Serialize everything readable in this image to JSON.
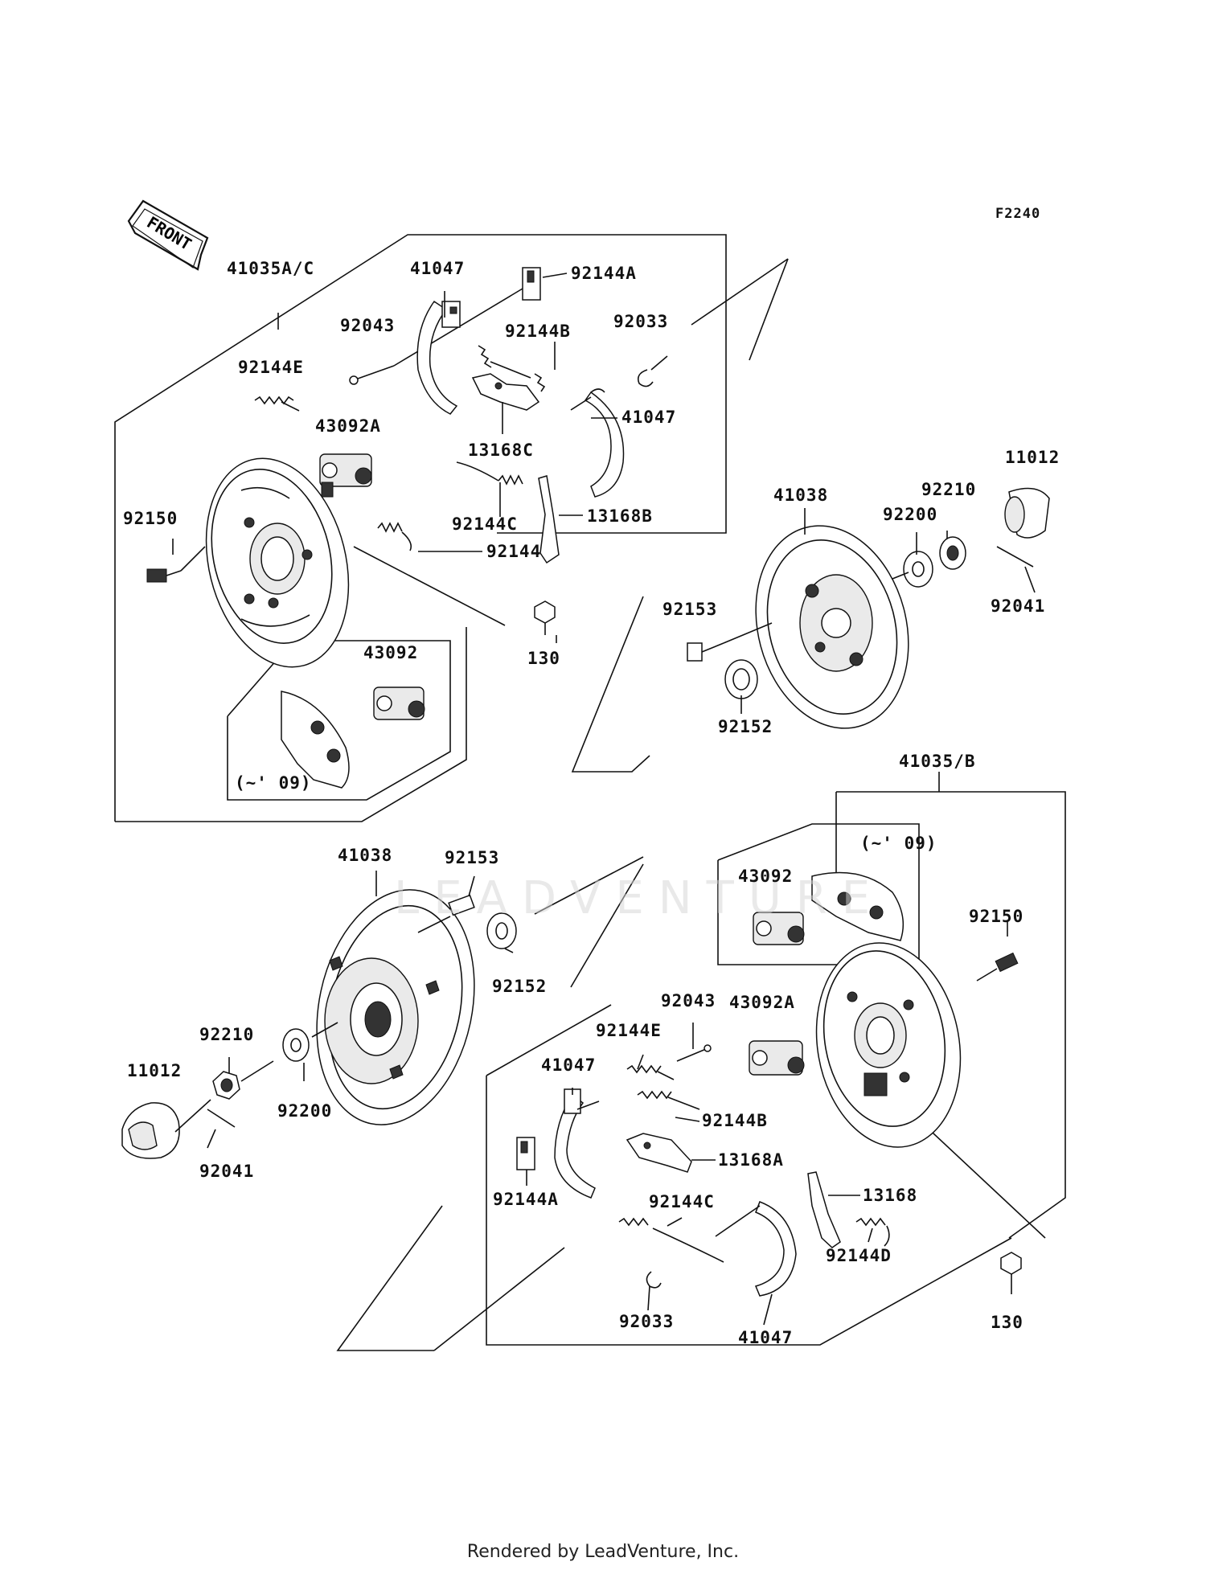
{
  "figure_code": "F2240",
  "front_arrow_label": "FRONT",
  "watermark": "LEADVENTURE",
  "footer": "Rendered by LeadVenture, Inc.",
  "assembly_labels": {
    "upper_assembly": "41035A/C",
    "lower_assembly": "41035/B"
  },
  "variant_note_upper": "(~' 09)",
  "variant_note_lower": "(~' 09)",
  "part_labels": [
    "41047",
    "92144A",
    "92043",
    "92144B",
    "92033",
    "92144E",
    "43092A",
    "41047",
    "13168C",
    "92150",
    "92144C",
    "13168B",
    "92144",
    "130",
    "43092",
    "11012",
    "41038",
    "92210",
    "92200",
    "92041",
    "92153",
    "92152",
    "41038",
    "92153",
    "43092",
    "92150",
    "92152",
    "92210",
    "11012",
    "92200",
    "92041",
    "92043",
    "43092A",
    "92144E",
    "41047",
    "92144B",
    "13168A",
    "92144A",
    "92144C",
    "13168",
    "92144D",
    "92033",
    "41047",
    "130"
  ]
}
